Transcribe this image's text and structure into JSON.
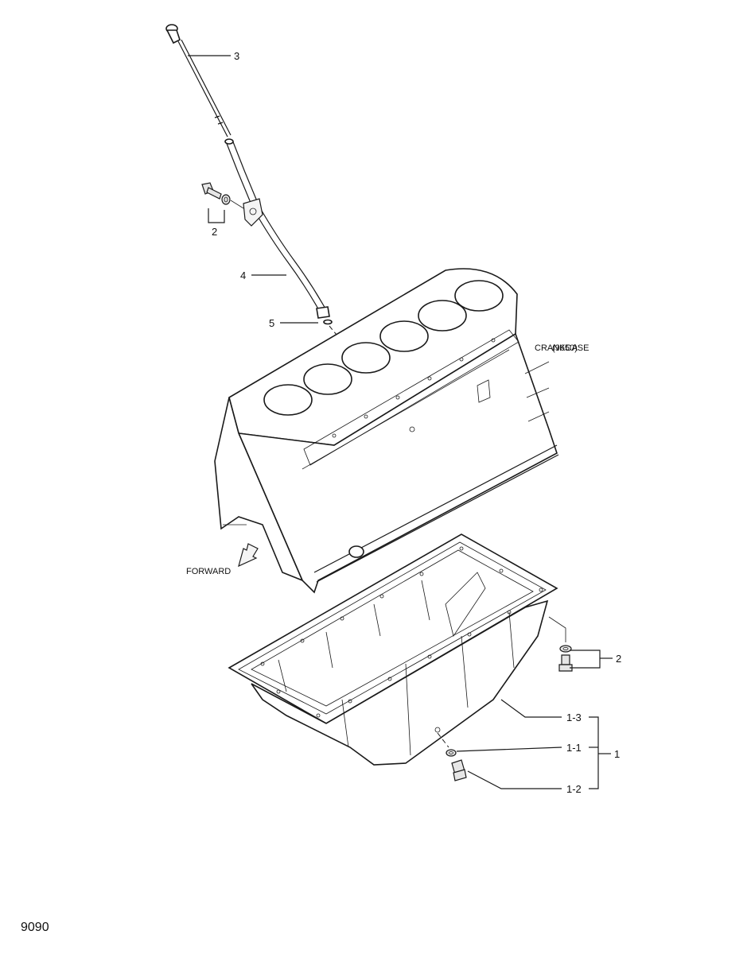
{
  "diagram": {
    "crankcase_label": "CRANKCASE",
    "crankcase_overprint": "(9650)",
    "forward_label": "FORWARD",
    "page_number": "9090",
    "callouts": {
      "dipstick": "3",
      "bolt_upper": "2",
      "guide_tube": "4",
      "o_ring": "5",
      "bolt_lower": "2",
      "gasket": "1-3",
      "washer": "1-1",
      "drain_plug": "1-2",
      "oil_pan_assy": "1"
    }
  }
}
